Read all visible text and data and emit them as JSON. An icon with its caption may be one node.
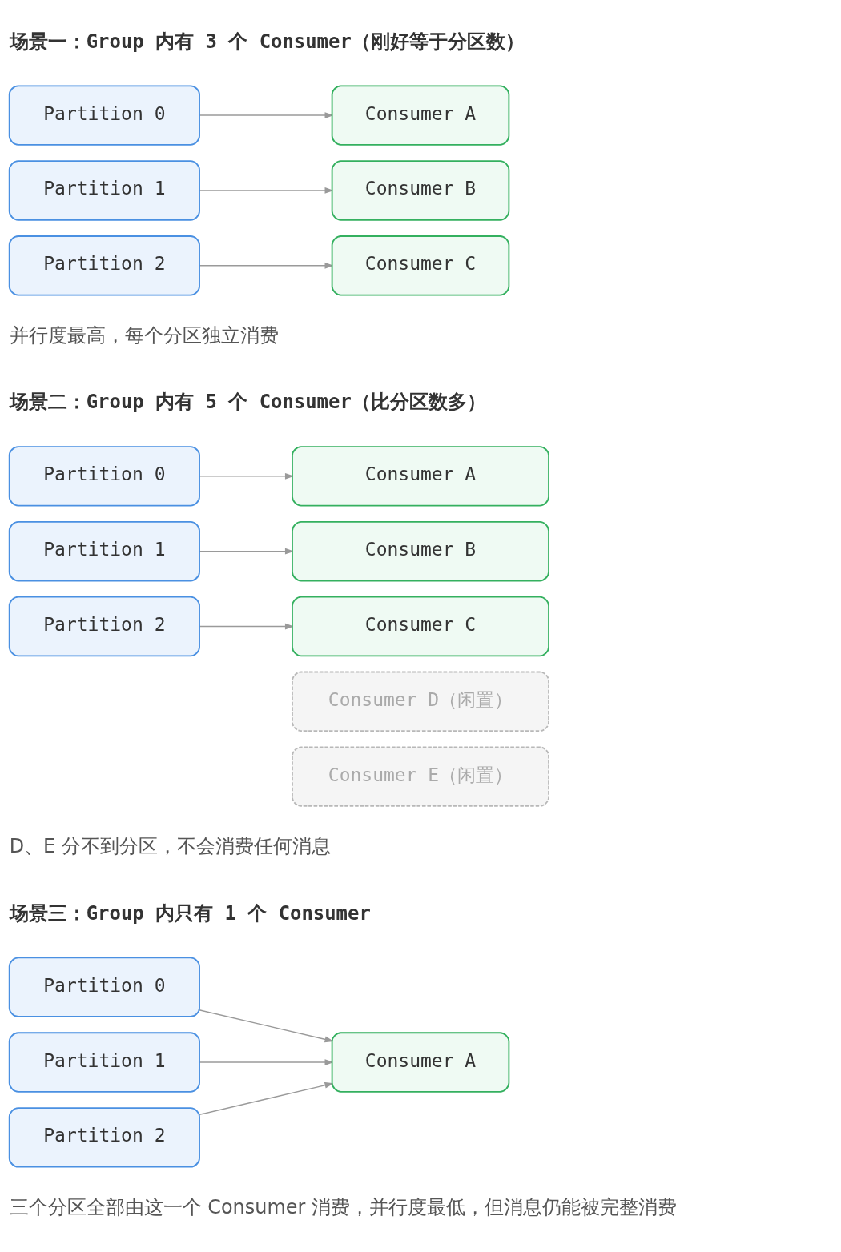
{
  "diagram": {
    "nodes": [
      {
        "text": [
          "Partition 0"
        ]
      },
      {
        "text": [
          "Consumer A"
        ]
      },
      {
        "text": [
          "Partition 1"
        ]
      },
      {
        "text": [
          "Consumer B"
        ]
      },
      {
        "text": [
          "Partition 2"
        ]
      },
      {
        "text": [
          "Consumer C"
        ]
      },
      {
        "text": [
          "Partition 0"
        ]
      },
      {
        "text": [
          "Consumer A"
        ]
      },
      {
        "text": [
          "Partition 1"
        ]
      },
      {
        "text": [
          "Consumer B"
        ]
      },
      {
        "text": [
          "Partition 2"
        ]
      },
      {
        "text": [
          "Consumer C"
        ]
      },
      {
        "text": [
          "Consumer D（闲置）"
        ]
      },
      {
        "text": [
          "Consumer E（闲置）"
        ]
      },
      {
        "text": [
          "Partition 0"
        ]
      },
      {
        "text": [
          "Partition 1"
        ]
      },
      {
        "text": [
          "Consumer A"
        ]
      },
      {
        "text": [
          "Partition 2"
        ]
      }
    ],
    "edges": [
      {
        "from": 0,
        "to": 1,
        "arrow": "to"
      },
      {
        "from": 2,
        "to": 3,
        "arrow": "to"
      },
      {
        "from": 4,
        "to": 5,
        "arrow": "to"
      },
      {
        "from": 6,
        "to": 7,
        "arrow": "to"
      },
      {
        "from": 8,
        "to": 9,
        "arrow": "to"
      },
      {
        "from": 10,
        "to": 11,
        "arrow": "to"
      },
      {
        "from": 14,
        "to": 16,
        "arrow": "to"
      },
      {
        "from": 15,
        "to": 16,
        "arrow": "to"
      },
      {
        "from": 17,
        "to": 16,
        "arrow": "to"
      }
    ],
    "labels": [
      "场景一：Group 内有 3 个 Consumer（刚好等于分区数）",
      "并行度最高，每个分区独立消费",
      "场景二：Group 内有 5 个 Consumer（比分区数多）",
      "D、E 分不到分区，不会消费任何消息",
      "场景三：Group 内只有 1 个 Consumer",
      "三个分区全部由这一个 Consumer 消费，并行度最低，但消息仍能被完整消费"
    ]
  }
}
